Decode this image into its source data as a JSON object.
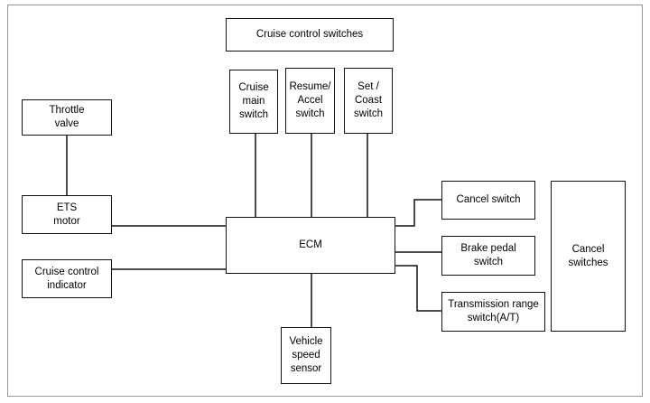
{
  "diagram": {
    "title_box": "Cruise control switches",
    "cruise_main_switch": "Cruise\nmain\nswitch",
    "resume_accel_switch": "Resume/\nAccel\nswitch",
    "set_coast_switch": "Set /\nCoast\nswitch",
    "throttle_valve": "Throttle\nvalve",
    "ets_motor": "ETS\nmotor",
    "cruise_control_indicator": "Cruise control\nindicator",
    "ecm": "ECM",
    "vehicle_speed_sensor": "Vehicle\nspeed\nsensor",
    "cancel_switch": "Cancel switch",
    "brake_pedal_switch": "Brake pedal\nswitch",
    "transmission_range_switch": "Transmission range\nswitch(A/T)",
    "cancel_switches_group": "Cancel\nswitches"
  }
}
